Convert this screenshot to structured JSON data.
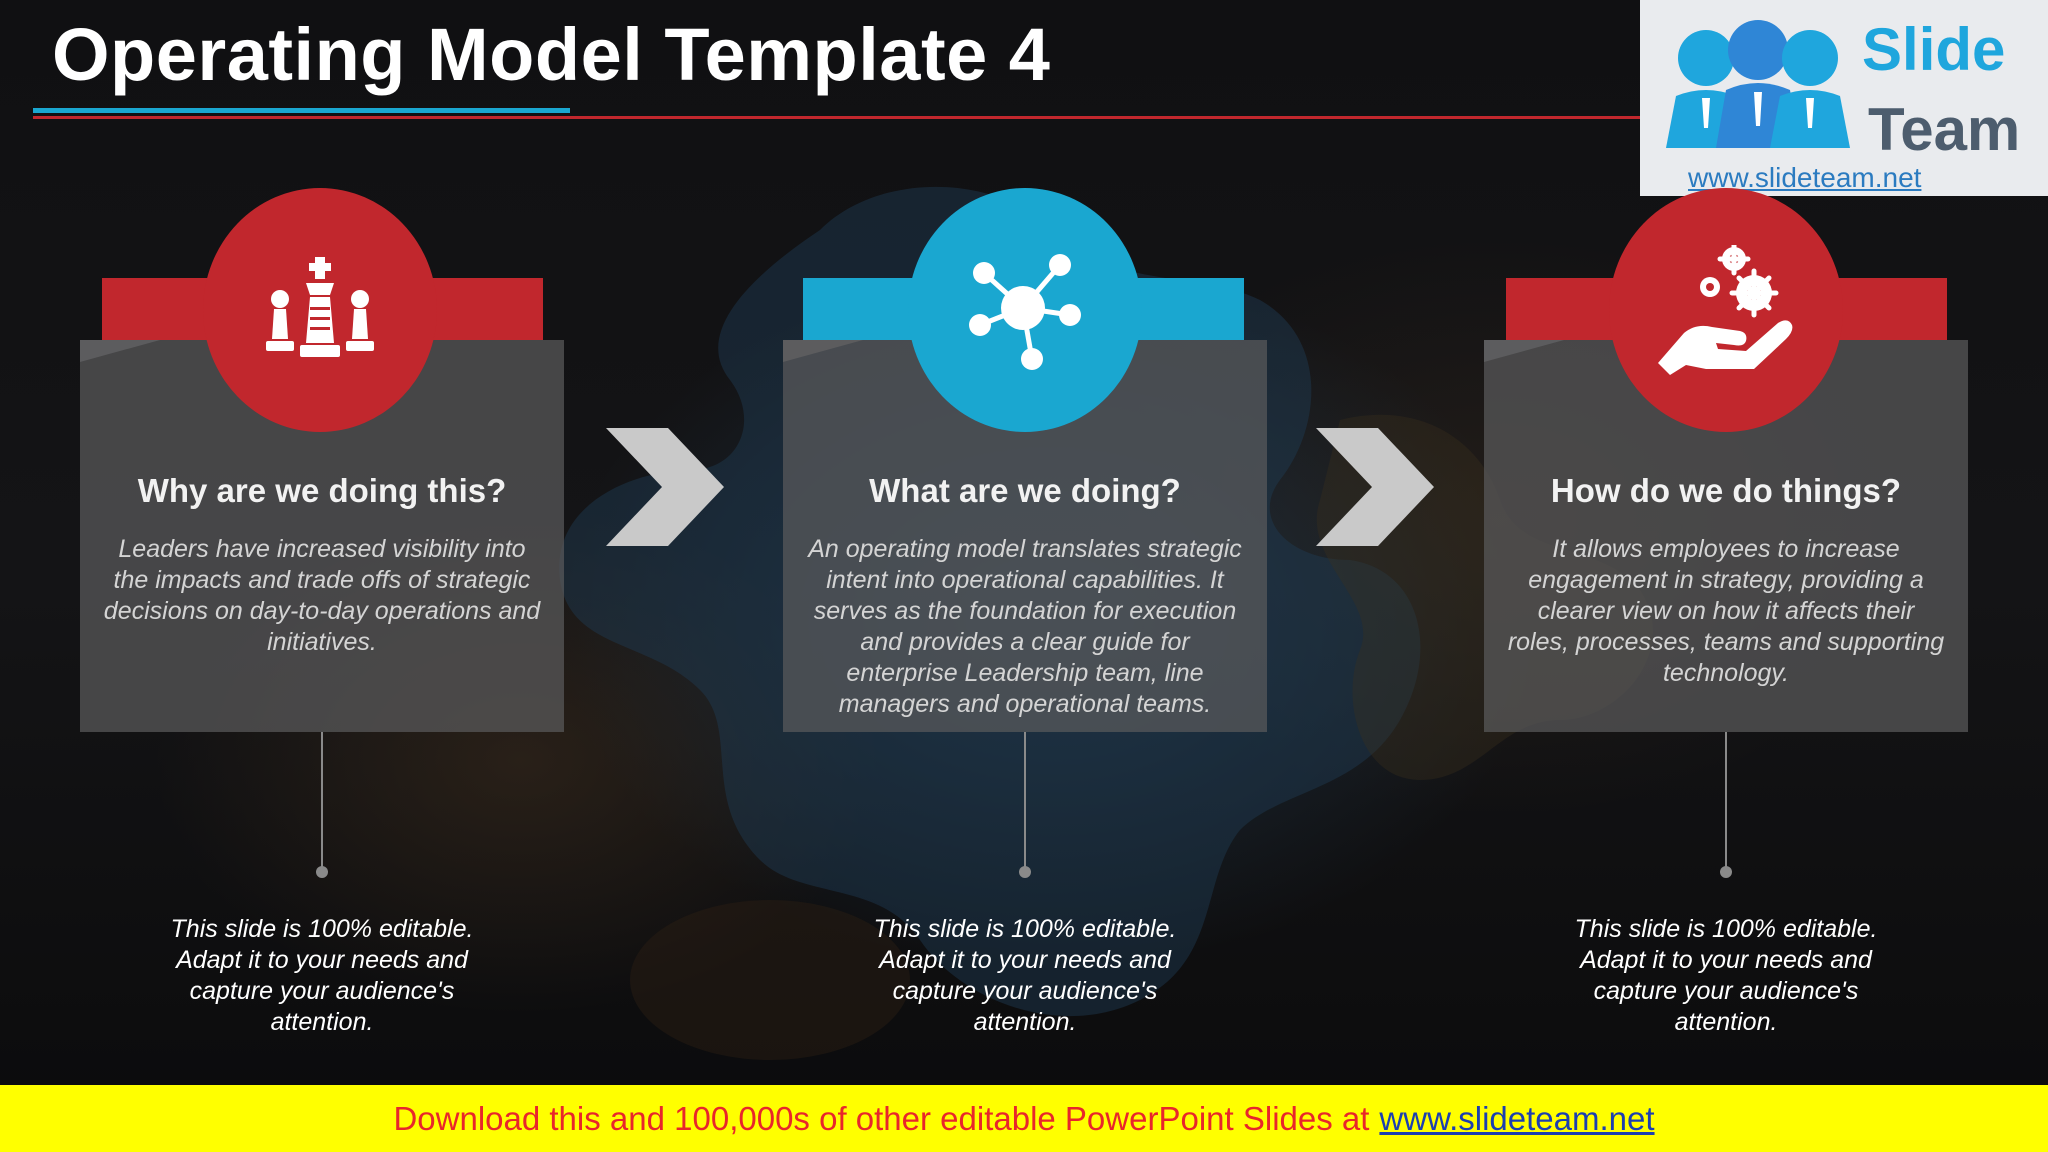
{
  "slide": {
    "title": "Operating Model Template 4",
    "colors": {
      "red": "#c1272d",
      "blue": "#1aa7d0",
      "card": "#5a5a5c",
      "banner": "#ffff00"
    }
  },
  "logo": {
    "word1": "Slide",
    "word2": "Team",
    "url": "www.slideteam.net",
    "icon": "people-group-icon"
  },
  "columns": [
    {
      "icon": "chess-pieces-icon",
      "accent": "red",
      "heading": "Why are we doing this?",
      "body": "Leaders have increased visibility into the impacts and trade offs of strategic decisions on day-to-day operations and initiatives.",
      "note": "This slide is 100% editable. Adapt it to your needs and capture your audience's attention."
    },
    {
      "icon": "network-hub-icon",
      "accent": "blue",
      "heading": "What are we doing?",
      "body": "An operating model translates strategic intent into operational capabilities. It serves as the foundation for execution and provides a clear guide for enterprise Leadership team, line managers and operational teams.",
      "note": "This slide is 100% editable. Adapt it to your needs and capture your audience's attention."
    },
    {
      "icon": "hand-gears-icon",
      "accent": "red",
      "heading": "How do we do things?",
      "body": "It allows employees to increase engagement in strategy, providing a clearer view on how it affects their roles, processes, teams and supporting technology.",
      "note": "This slide is 100% editable. Adapt it to your needs and capture your audience's attention."
    }
  ],
  "arrows": [
    "chevron-right-icon",
    "chevron-right-icon"
  ],
  "footer": {
    "text": "Download this and 100,000s of other editable PowerPoint Slides at",
    "link": "www.slideteam.net"
  }
}
